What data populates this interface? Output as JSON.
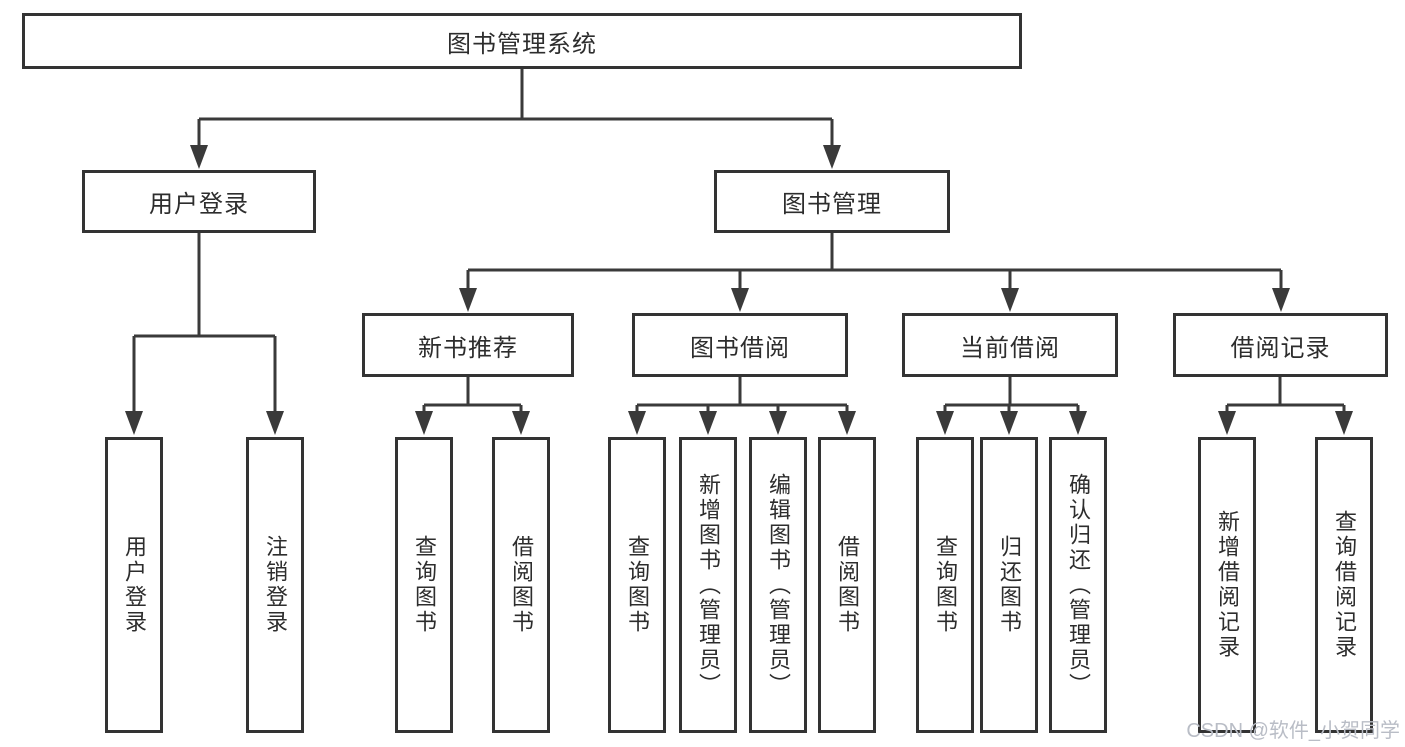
{
  "diagram": {
    "nodes": {
      "root": "图书管理系统",
      "user_login": "用户登录",
      "book_mgmt": "图书管理",
      "new_books": "新书推荐",
      "book_borrow": "图书借阅",
      "current_borrow": "当前借阅",
      "borrow_records": "借阅记录",
      "leaf_user_login": "用户登录",
      "leaf_logout": "注销登录",
      "leaf_nb_query": "查询图书",
      "leaf_nb_borrow": "借阅图书",
      "leaf_bb_query": "查询图书",
      "leaf_bb_add": "新增图书（管理员）",
      "leaf_bb_edit": "编辑图书（管理员）",
      "leaf_bb_borrow": "借阅图书",
      "leaf_cb_query": "查询图书",
      "leaf_cb_return": "归还图书",
      "leaf_cb_confirm": "确认归还（管理员）",
      "leaf_br_add": "新增借阅记录",
      "leaf_br_query": "查询借阅记录"
    },
    "watermark": "CSDN @软件_小贺同学",
    "colors": {
      "line": "#3a3a3a",
      "border": "#333333",
      "background": "#ffffff",
      "watermark": "#b9bdc6"
    }
  }
}
